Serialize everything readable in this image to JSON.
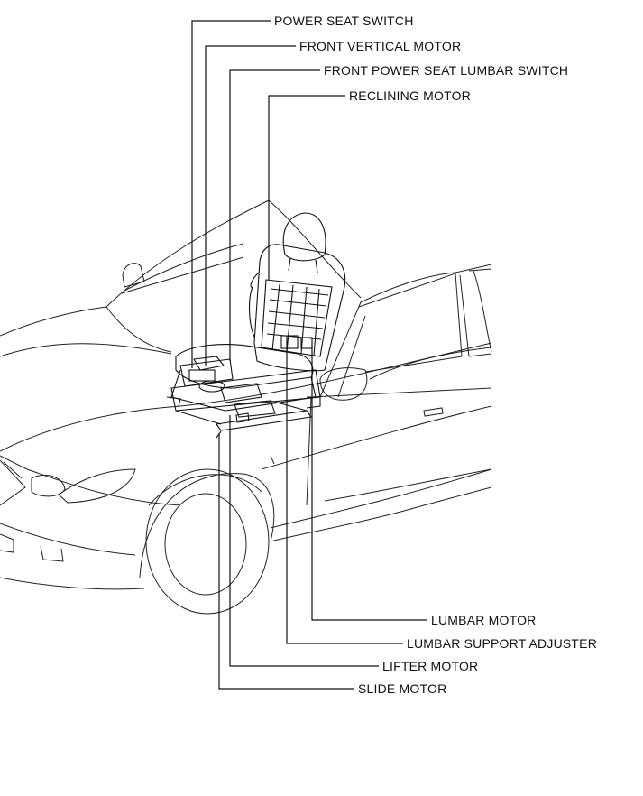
{
  "labels": {
    "power_seat_switch": "POWER SEAT SWITCH",
    "front_vertical_motor": "FRONT VERTICAL MOTOR",
    "front_power_seat_lumbar_switch": "FRONT POWER SEAT LUMBAR SWITCH",
    "reclining_motor": "RECLINING MOTOR",
    "lumbar_motor": "LUMBAR MOTOR",
    "lumbar_support_adjuster": "LUMBAR SUPPORT ADJUSTER",
    "lifter_motor": "LIFTER MOTOR",
    "slide_motor": "SLIDE MOTOR"
  },
  "colors": {
    "line": "#111111",
    "background": "#ffffff"
  }
}
